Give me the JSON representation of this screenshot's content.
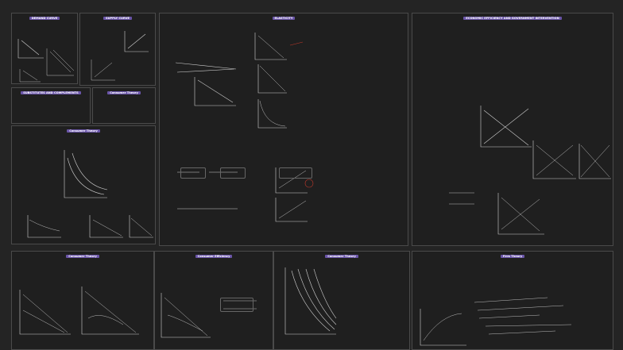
{
  "panels": {
    "demand_curve": {
      "title": "DEMAND CURVE"
    },
    "supply_curve": {
      "title": "SUPPLY CURVE"
    },
    "substitutes": {
      "title": "SUBSTITUTES AND COMPLEMENTS"
    },
    "consumer_theory_top": {
      "title": "Consumer Theory"
    },
    "consumer_theory_left": {
      "title": "Consumer Theory"
    },
    "elasticity": {
      "title": "ELASTICITY"
    },
    "economic_efficiency": {
      "title": "ECONOMIC EFFICIENCY AND GOVERNMENT INTERVENTION"
    },
    "consumer_theory_bottom": {
      "title": "Consumer Theory"
    },
    "consumer_efficiency": {
      "title": "Consumer Efficiency"
    },
    "consumer_theory_mid": {
      "title": "Consumer Theory"
    },
    "firm_theory": {
      "title": "Firm Theory"
    }
  },
  "colors": {
    "background": "#242424",
    "panel": "#1f1f1f",
    "accent": "#6a55a8",
    "border": "#4a4a4a",
    "highlight": "#c0392b"
  }
}
